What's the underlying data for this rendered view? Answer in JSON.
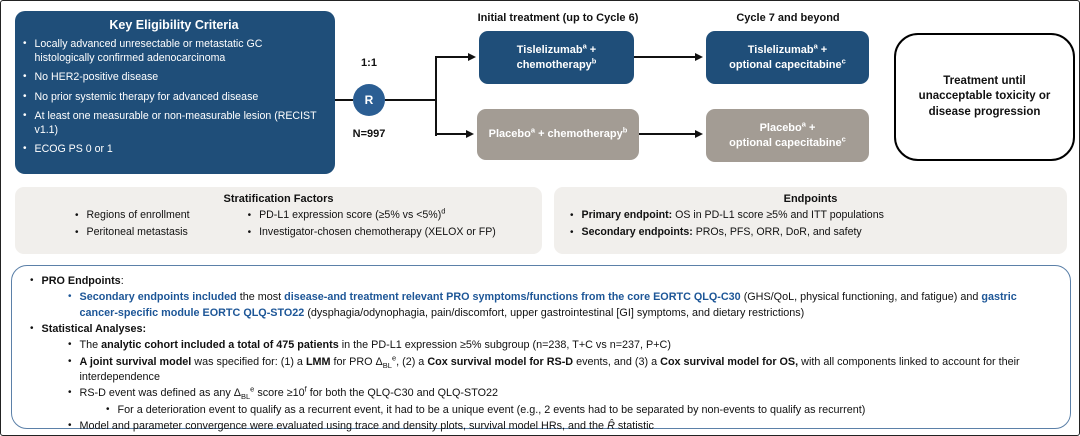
{
  "colors": {
    "dark_blue": "#1f4e79",
    "randomization_blue": "#2b5e93",
    "arm_gray": "#a39c94",
    "panel_gray": "#f1efec",
    "emphasis_blue_text": "#1d5697",
    "notes_border_blue": "#5b80a8"
  },
  "flow": {
    "eligibility": {
      "title": "Key Eligibility Criteria",
      "items": [
        "Locally advanced unresectable or metastatic GC histologically confirmed adenocarcinoma",
        "No HER2-positive disease",
        "No prior systemic therapy for advanced disease",
        "At least one measurable or non-measurable lesion (RECIST v1.1)",
        "ECOG PS 0 or 1"
      ]
    },
    "randomization": {
      "ratio": "1:1",
      "symbol": "R",
      "n": "N=997"
    },
    "headers": {
      "initial": "Initial treatment (up to Cycle 6)",
      "beyond": "Cycle 7 and beyond"
    },
    "arms": {
      "tis_chemo": [
        {
          "t": "Tislelizumab"
        },
        {
          "t": "a",
          "sup": true
        },
        {
          "t": " +"
        },
        {
          "br": true
        },
        {
          "t": "chemotherapy"
        },
        {
          "t": "b",
          "sup": true
        }
      ],
      "placebo_chemo": [
        {
          "t": "Placebo"
        },
        {
          "t": "a",
          "sup": true
        },
        {
          "t": " + chemotherapy"
        },
        {
          "t": "b",
          "sup": true
        }
      ],
      "tis_cape": [
        {
          "t": "Tislelizumab"
        },
        {
          "t": "a",
          "sup": true
        },
        {
          "t": " +"
        },
        {
          "br": true
        },
        {
          "t": "optional capecitabine"
        },
        {
          "t": "c",
          "sup": true
        }
      ],
      "placebo_cape": [
        {
          "t": "Placebo"
        },
        {
          "t": "a",
          "sup": true
        },
        {
          "t": " +"
        },
        {
          "br": true
        },
        {
          "t": "optional capecitabine"
        },
        {
          "t": "c",
          "sup": true
        }
      ]
    },
    "outcome": "Treatment until unacceptable toxicity or disease progression"
  },
  "stratification": {
    "title": "Stratification Factors",
    "col1": [
      "Regions of enrollment",
      "Peritoneal metastasis"
    ],
    "col2": [
      [
        {
          "t": "PD-L1 expression score (≥5% vs <5%)"
        },
        {
          "t": "d",
          "sup": true
        }
      ],
      [
        {
          "t": "Investigator-chosen chemotherapy (XELOX or FP)"
        }
      ]
    ]
  },
  "endpoints": {
    "title": "Endpoints",
    "items": [
      [
        {
          "t": "Primary endpoint:",
          "b": true
        },
        {
          "t": " OS in PD-L1 score ≥5% and ITT populations"
        }
      ],
      [
        {
          "t": "Secondary endpoints:",
          "b": true
        },
        {
          "t": " PROs, PFS, ORR, DoR, and safety"
        }
      ]
    ]
  },
  "notes": {
    "lines": [
      {
        "level": 1,
        "segments": [
          {
            "t": "PRO Endpoints",
            "b": true
          },
          {
            "t": ":"
          }
        ]
      },
      {
        "level": 2,
        "bullet": "blue",
        "segments": [
          {
            "t": "Secondary endpoints included ",
            "b": true,
            "c": "blue"
          },
          {
            "t": "the most "
          },
          {
            "t": "disease-and treatment relevant PRO symptoms/functions from the core EORTC QLQ-C30 ",
            "b": true,
            "c": "blue"
          },
          {
            "t": "(GHS/QoL, physical functioning, and fatigue) and "
          },
          {
            "t": "gastric cancer-specific module EORTC QLQ-STO22 ",
            "b": true,
            "c": "blue"
          },
          {
            "t": "(dysphagia/odynophagia, pain/discomfort, upper gastrointestinal [GI] symptoms, and dietary restrictions)"
          }
        ]
      },
      {
        "level": 1,
        "segments": [
          {
            "t": "Statistical Analyses:",
            "b": true
          }
        ]
      },
      {
        "level": 2,
        "segments": [
          {
            "t": "The "
          },
          {
            "t": "analytic cohort included a total of 475 patients",
            "b": true
          },
          {
            "t": " in the PD-L1 expression ≥5% subgroup (n=238, T+C vs n=237, P+C)"
          }
        ]
      },
      {
        "level": 2,
        "segments": [
          {
            "t": "A joint survival model",
            "b": true
          },
          {
            "t": " was specified for: (1) a "
          },
          {
            "t": "LMM",
            "b": true
          },
          {
            "t": " for PRO Δ"
          },
          {
            "t": "BL",
            "sub": true
          },
          {
            "t": "e",
            "sup": true
          },
          {
            "t": ", (2) a "
          },
          {
            "t": "Cox survival model for RS-D",
            "b": true
          },
          {
            "t": " events, and (3) a "
          },
          {
            "t": "Cox survival model for OS,",
            "b": true
          },
          {
            "t": " with all components linked to account for their interdependence"
          }
        ]
      },
      {
        "level": 2,
        "segments": [
          {
            "t": "RS-D event was defined as any Δ"
          },
          {
            "t": "BL",
            "sub": true
          },
          {
            "t": "e",
            "sup": true
          },
          {
            "t": " score ≥10"
          },
          {
            "t": "f",
            "sup": true
          },
          {
            "t": " for both the QLQ-C30 and QLQ-STO22"
          }
        ]
      },
      {
        "level": 3,
        "segments": [
          {
            "t": "For a deterioration event to qualify as a recurrent event, it had to be a unique event (e.g., 2 events had to be separated by non-events to qualify as recurrent)"
          }
        ]
      },
      {
        "level": 2,
        "segments": [
          {
            "t": "Model and parameter convergence were evaluated using trace and density plots, survival model HRs, and the "
          },
          {
            "t": "R̂",
            "i": true
          },
          {
            "t": " statistic"
          }
        ]
      }
    ]
  }
}
